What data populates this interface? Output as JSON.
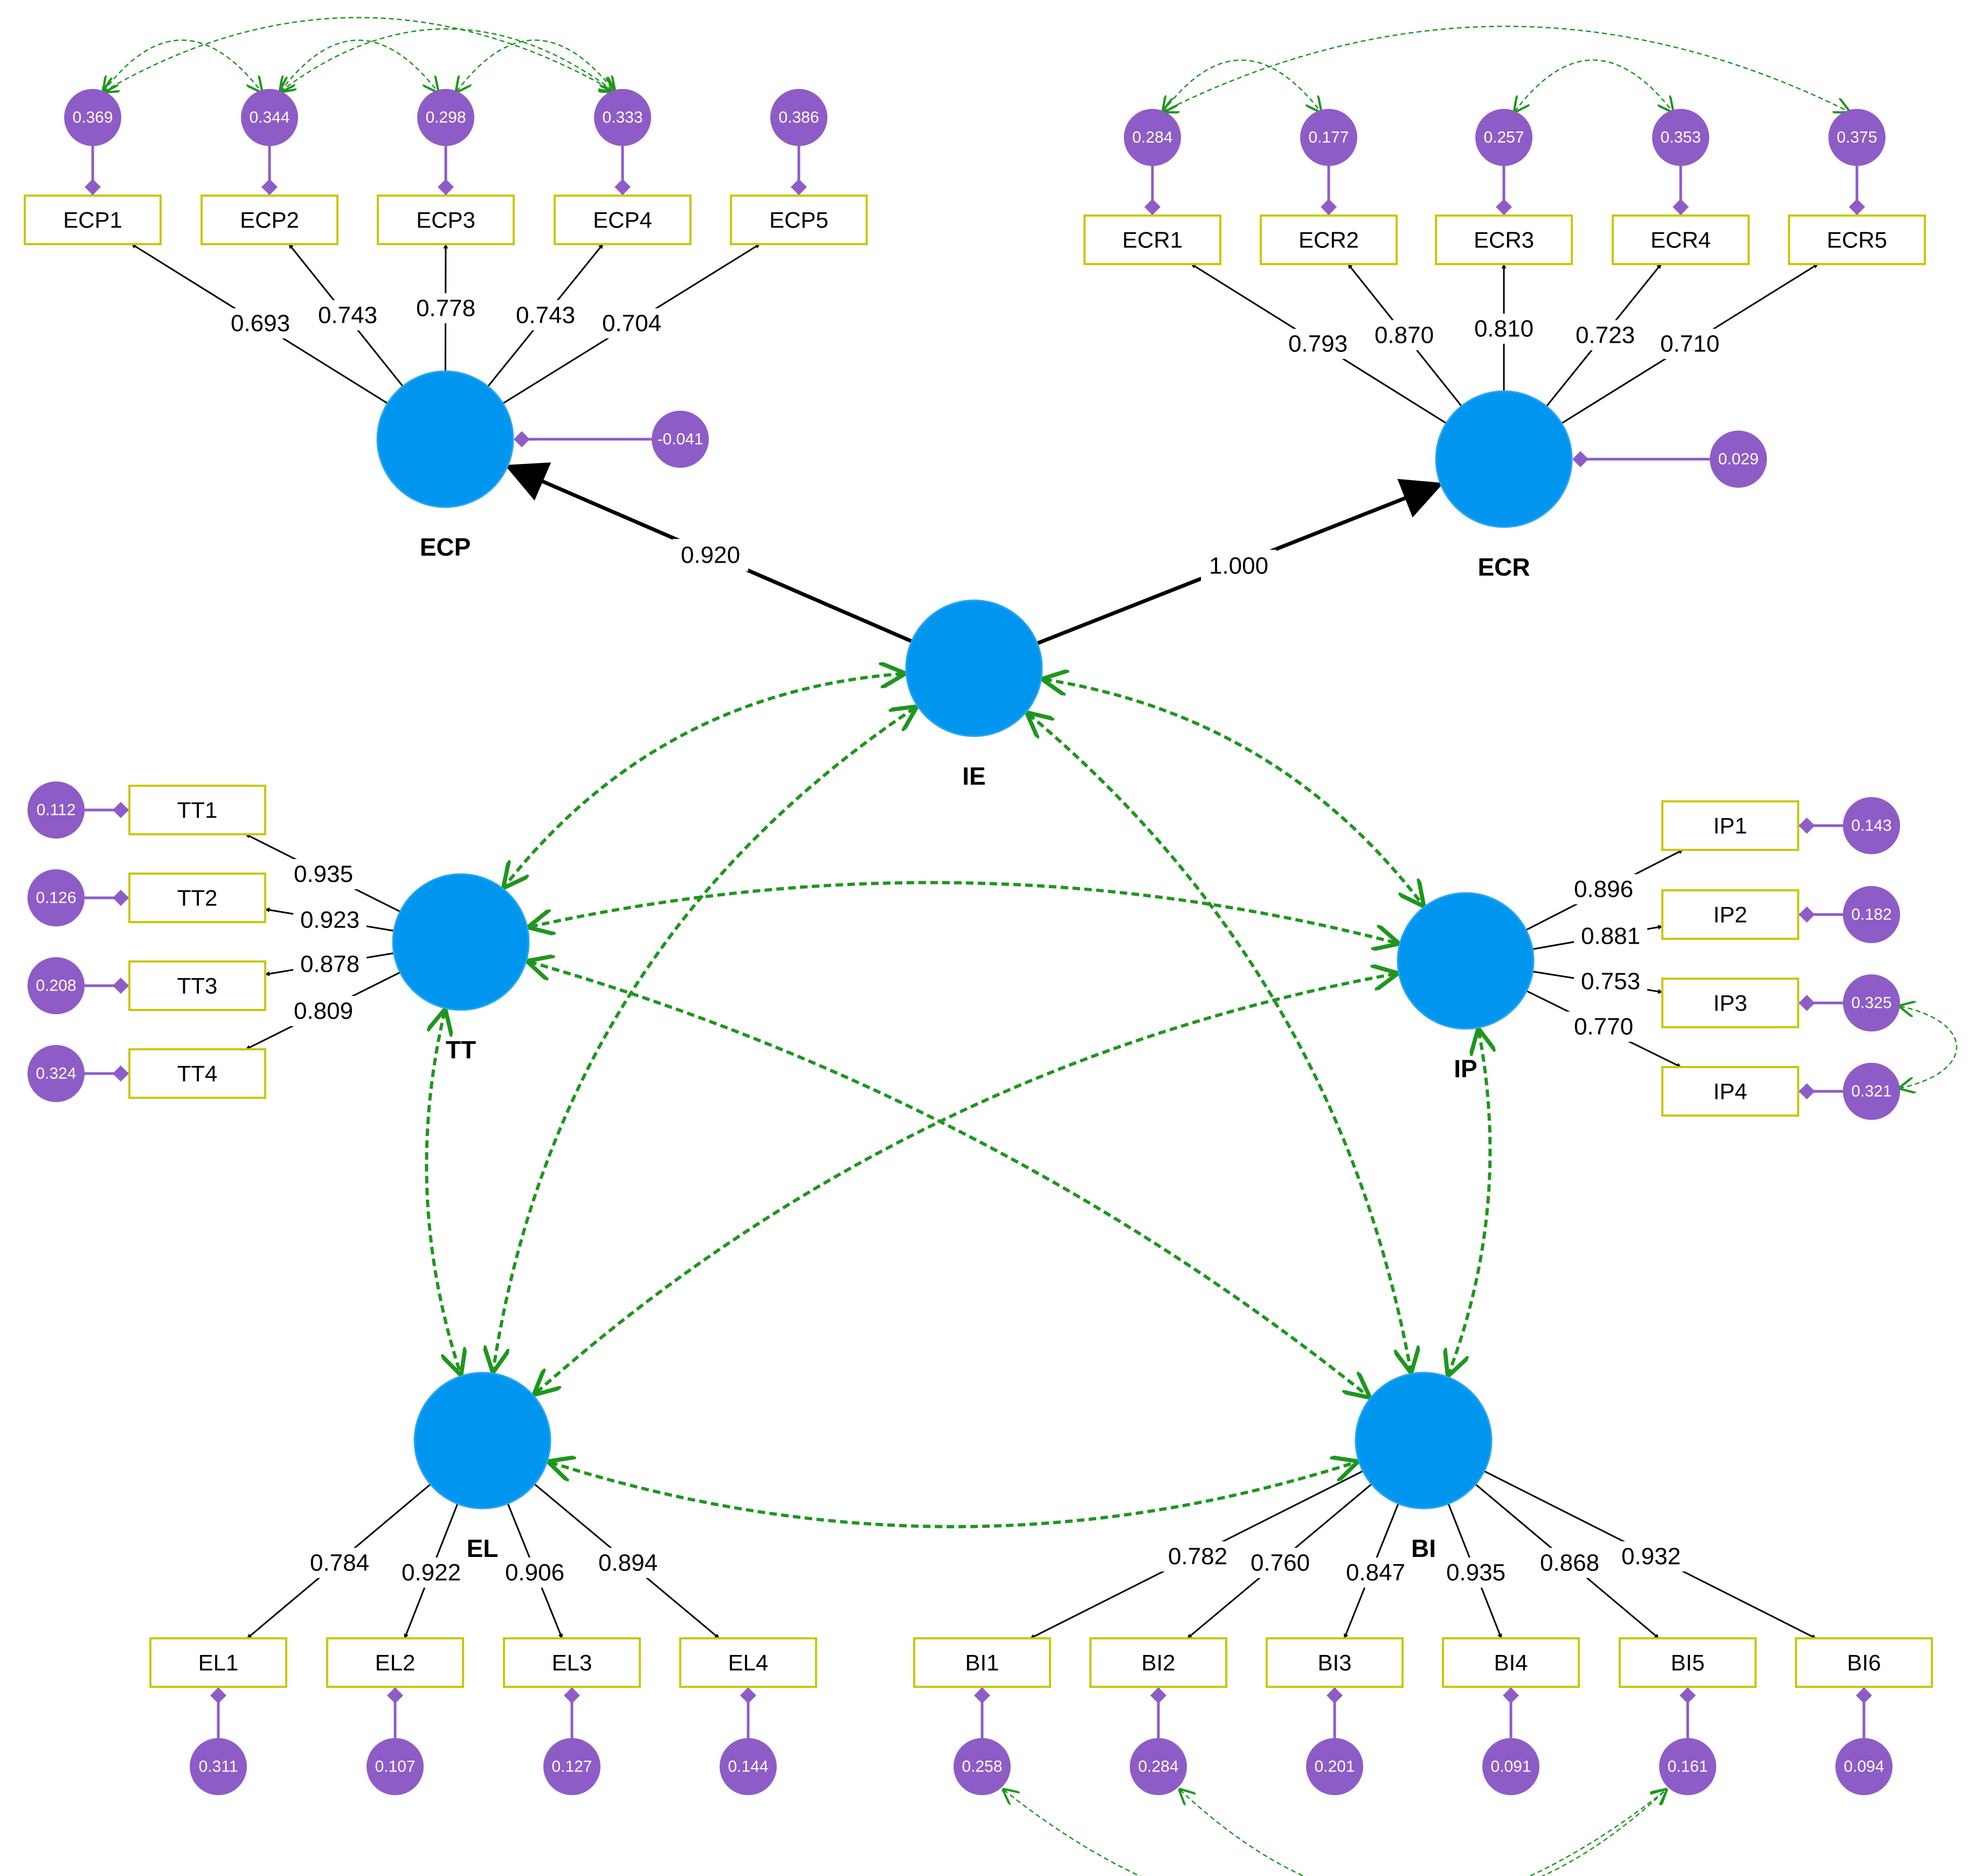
{
  "colors": {
    "latent": "#0096F0",
    "indicator_fill": "#FFFFFF",
    "indicator_border": "#C8C800",
    "error": "#8E5CC6",
    "covariance": "#1E961E",
    "path": "#000000"
  },
  "latents": [
    {
      "id": "ECP",
      "label": "ECP",
      "residual": "-0.041"
    },
    {
      "id": "ECR",
      "label": "ECR",
      "residual": "0.029"
    },
    {
      "id": "IE",
      "label": "IE",
      "residual": ""
    },
    {
      "id": "TT",
      "label": "TT",
      "residual": ""
    },
    {
      "id": "IP",
      "label": "IP",
      "residual": ""
    },
    {
      "id": "EL",
      "label": "EL",
      "residual": ""
    },
    {
      "id": "BI",
      "label": "BI",
      "residual": ""
    }
  ],
  "structural_paths": [
    {
      "from": "IE",
      "to": "ECP",
      "value": "0.920"
    },
    {
      "from": "IE",
      "to": "ECR",
      "value": "1.000"
    }
  ],
  "indicators": [
    {
      "id": "ECP1",
      "latent": "ECP",
      "loading": "0.693",
      "error": "0.369"
    },
    {
      "id": "ECP2",
      "latent": "ECP",
      "loading": "0.743",
      "error": "0.344"
    },
    {
      "id": "ECP3",
      "latent": "ECP",
      "loading": "0.778",
      "error": "0.298"
    },
    {
      "id": "ECP4",
      "latent": "ECP",
      "loading": "0.743",
      "error": "0.333"
    },
    {
      "id": "ECP5",
      "latent": "ECP",
      "loading": "0.704",
      "error": "0.386"
    },
    {
      "id": "ECR1",
      "latent": "ECR",
      "loading": "0.793",
      "error": "0.284"
    },
    {
      "id": "ECR2",
      "latent": "ECR",
      "loading": "0.870",
      "error": "0.177"
    },
    {
      "id": "ECR3",
      "latent": "ECR",
      "loading": "0.810",
      "error": "0.257"
    },
    {
      "id": "ECR4",
      "latent": "ECR",
      "loading": "0.723",
      "error": "0.353"
    },
    {
      "id": "ECR5",
      "latent": "ECR",
      "loading": "0.710",
      "error": "0.375"
    },
    {
      "id": "TT1",
      "latent": "TT",
      "loading": "0.935",
      "error": "0.112"
    },
    {
      "id": "TT2",
      "latent": "TT",
      "loading": "0.923",
      "error": "0.126"
    },
    {
      "id": "TT3",
      "latent": "TT",
      "loading": "0.878",
      "error": "0.208"
    },
    {
      "id": "TT4",
      "latent": "TT",
      "loading": "0.809",
      "error": "0.324"
    },
    {
      "id": "IP1",
      "latent": "IP",
      "loading": "0.896",
      "error": "0.143"
    },
    {
      "id": "IP2",
      "latent": "IP",
      "loading": "0.881",
      "error": "0.182"
    },
    {
      "id": "IP3",
      "latent": "IP",
      "loading": "0.753",
      "error": "0.325"
    },
    {
      "id": "IP4",
      "latent": "IP",
      "loading": "0.770",
      "error": "0.321"
    },
    {
      "id": "EL1",
      "latent": "EL",
      "loading": "0.784",
      "error": "0.311"
    },
    {
      "id": "EL2",
      "latent": "EL",
      "loading": "0.922",
      "error": "0.107"
    },
    {
      "id": "EL3",
      "latent": "EL",
      "loading": "0.906",
      "error": "0.127"
    },
    {
      "id": "EL4",
      "latent": "EL",
      "loading": "0.894",
      "error": "0.144"
    },
    {
      "id": "BI1",
      "latent": "BI",
      "loading": "0.782",
      "error": "0.258"
    },
    {
      "id": "BI2",
      "latent": "BI",
      "loading": "0.760",
      "error": "0.284"
    },
    {
      "id": "BI3",
      "latent": "BI",
      "loading": "0.847",
      "error": "0.201"
    },
    {
      "id": "BI4",
      "latent": "BI",
      "loading": "0.935",
      "error": "0.091"
    },
    {
      "id": "BI5",
      "latent": "BI",
      "loading": "0.868",
      "error": "0.161"
    },
    {
      "id": "BI6",
      "latent": "BI",
      "loading": "0.932",
      "error": "0.094"
    }
  ],
  "latent_covariances": [
    [
      "IE",
      "TT"
    ],
    [
      "IE",
      "EL"
    ],
    [
      "IE",
      "IP"
    ],
    [
      "IE",
      "BI"
    ],
    [
      "TT",
      "IP"
    ],
    [
      "TT",
      "EL"
    ],
    [
      "TT",
      "BI"
    ],
    [
      "IP",
      "EL"
    ],
    [
      "IP",
      "BI"
    ],
    [
      "EL",
      "BI"
    ]
  ],
  "error_covariances": [
    [
      "ECP1",
      "ECP2"
    ],
    [
      "ECP1",
      "ECP4"
    ],
    [
      "ECP2",
      "ECP3"
    ],
    [
      "ECP2",
      "ECP4"
    ],
    [
      "ECP3",
      "ECP4"
    ],
    [
      "ECR1",
      "ECR2"
    ],
    [
      "ECR1",
      "ECR5"
    ],
    [
      "ECR3",
      "ECR4"
    ],
    [
      "IP3",
      "IP4"
    ],
    [
      "BI1",
      "BI5"
    ],
    [
      "BI2",
      "BI5"
    ]
  ]
}
